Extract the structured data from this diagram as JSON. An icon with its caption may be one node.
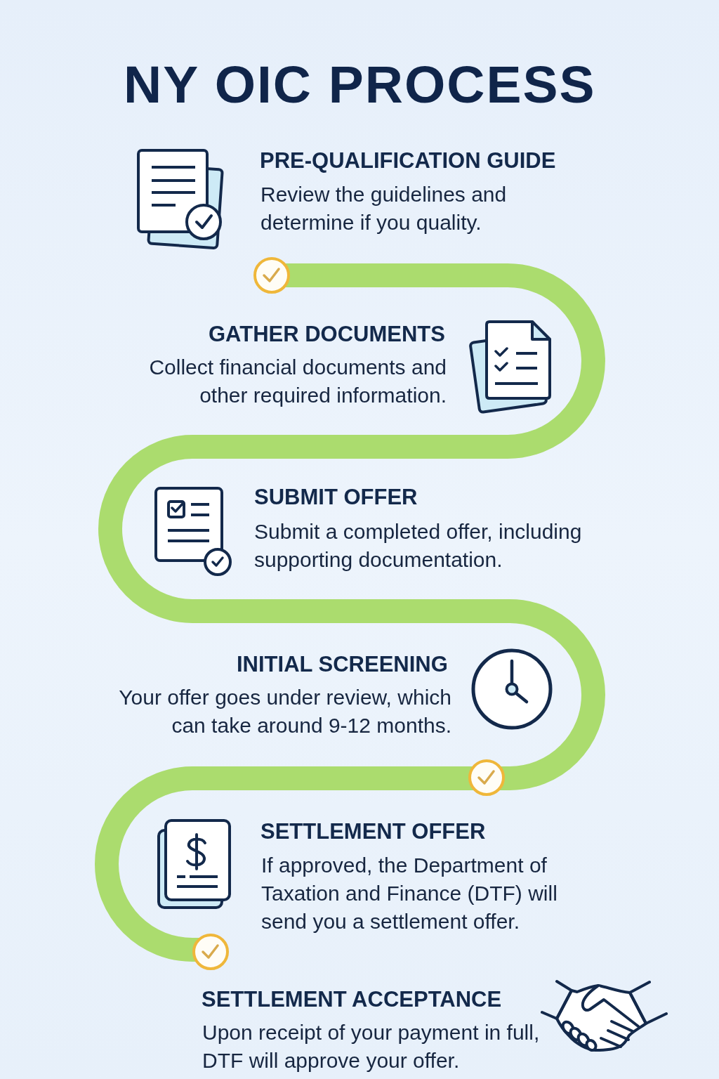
{
  "diagram": {
    "title": "NY OIC PROCESS",
    "labels": [
      "PRE-QUALIFICATION GUIDE",
      "Review the guidelines and determine if you quality.",
      "GATHER DOCUMENTS",
      "Collect financial documents and other required information.",
      "SUBMIT OFFER",
      "Submit a completed offer, including supporting documentation.",
      "INITIAL SCREENING",
      "Your offer goes under review, which can take around 9-12 months.",
      "SETTLEMENT OFFER",
      "If approved, the Department of Taxation and Finance (DTF) will send you a settlement offer.",
      "SETTLEMENT ACCEPTANCE",
      "Upon receipt of your payment in full, DTF will approve your offer."
    ]
  }
}
